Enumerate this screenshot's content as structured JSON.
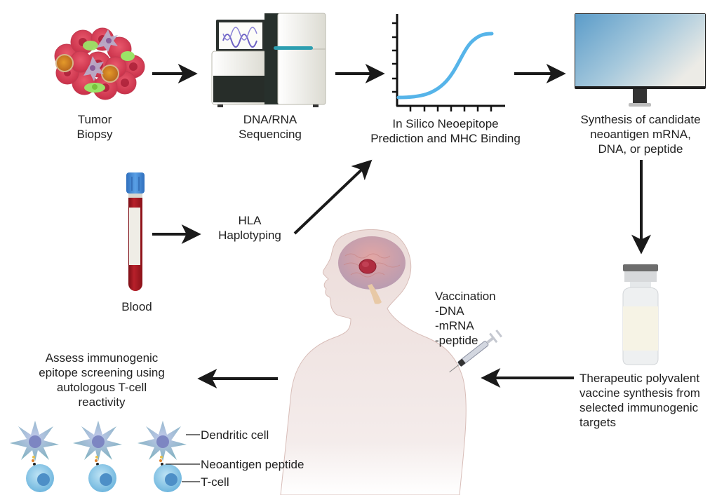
{
  "diagram": {
    "title": "Personalized neoantigen vaccine workflow",
    "nodes": {
      "tumor_biopsy": {
        "label_line1": "Tumor",
        "label_line2": "Biopsy",
        "icon": "tumor-cells-icon"
      },
      "sequencing": {
        "label_line1": "DNA/RNA",
        "label_line2": "Sequencing",
        "icon": "sequencer-machine-icon"
      },
      "prediction": {
        "label_line1": "In Silico Neoepitope",
        "label_line2": "Prediction and MHC Binding",
        "icon": "sigmoid-curve-chart-icon"
      },
      "synthesis": {
        "label_line1": "Synthesis of candidate",
        "label_line2": "neoantigen mRNA,",
        "label_line3": "DNA, or peptide",
        "icon": "computer-monitor-icon"
      },
      "blood": {
        "label": "Blood",
        "icon": "blood-tube-icon"
      },
      "hla": {
        "label_line1": "HLA",
        "label_line2": "Haplotyping"
      },
      "vaccine": {
        "label_line1": "Therapeutic polyvalent",
        "label_line2": "vaccine synthesis from",
        "label_line3": "selected immunogenic",
        "label_line4": "targets",
        "icon": "vaccine-vial-icon"
      },
      "vaccination": {
        "title": "Vaccination",
        "items": [
          "-DNA",
          "-mRNA",
          "-peptide"
        ],
        "icon": "patient-with-brain-tumor-icon"
      },
      "assess": {
        "label_line1": "Assess immunogenic",
        "label_line2": "epitope screening using",
        "label_line3": "autologous T-cell",
        "label_line4": "reactivity"
      }
    },
    "legend": {
      "dendritic_cell": "Dendritic cell",
      "neoantigen_peptide": "Neoantigen peptide",
      "t_cell": "T-cell"
    },
    "edges": [
      {
        "from": "tumor_biopsy",
        "to": "sequencing"
      },
      {
        "from": "sequencing",
        "to": "prediction"
      },
      {
        "from": "prediction",
        "to": "synthesis"
      },
      {
        "from": "blood",
        "to": "hla"
      },
      {
        "from": "hla",
        "to": "prediction"
      },
      {
        "from": "synthesis",
        "to": "vaccine"
      },
      {
        "from": "vaccine",
        "to": "vaccination"
      },
      {
        "from": "vaccination",
        "to": "assess"
      }
    ],
    "colors": {
      "arrow": "#1a1a1a",
      "curve": "#56b4e9",
      "tumor": "#d9455a",
      "tube_cap": "#3f87d6",
      "blood": "#a3141f",
      "skin": "#f0e4e2",
      "monitor_screen_start": "#5b9cc9",
      "monitor_screen_end": "#ecebe6",
      "dendritic": "#a9b3dc",
      "tcell": "#8ccbea"
    }
  }
}
